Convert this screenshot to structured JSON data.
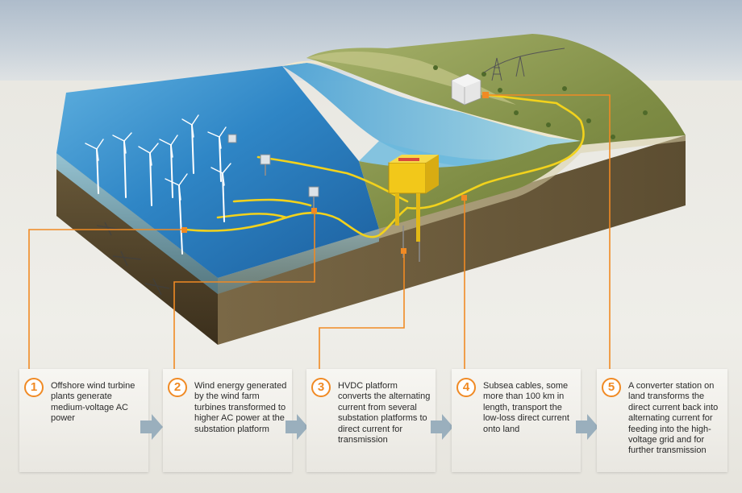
{
  "steps": [
    {
      "number": "1",
      "text": "Offshore wind turbine plants generate medium-voltage AC power"
    },
    {
      "number": "2",
      "text": "Wind energy generated by the wind farm turbines transformed to higher AC power at the substation platform"
    },
    {
      "number": "3",
      "text": "HVDC platform converts the alternating current from several substation platforms to direct current for transmission"
    },
    {
      "number": "4",
      "text": "Subsea cables, some more than 100 km in length, transport the low-loss direct current onto land"
    },
    {
      "number": "5",
      "text": "A converter station on land transforms the direct current back into alternating current for feeding into the high-voltage grid and for further transmission"
    }
  ],
  "colors": {
    "accent": "#f08a24",
    "arrow": "#9aafbd",
    "sea": "#2f86c6",
    "land": "#8a9a4e",
    "cable": "#f2d21c",
    "platform": "#f2c81a"
  }
}
